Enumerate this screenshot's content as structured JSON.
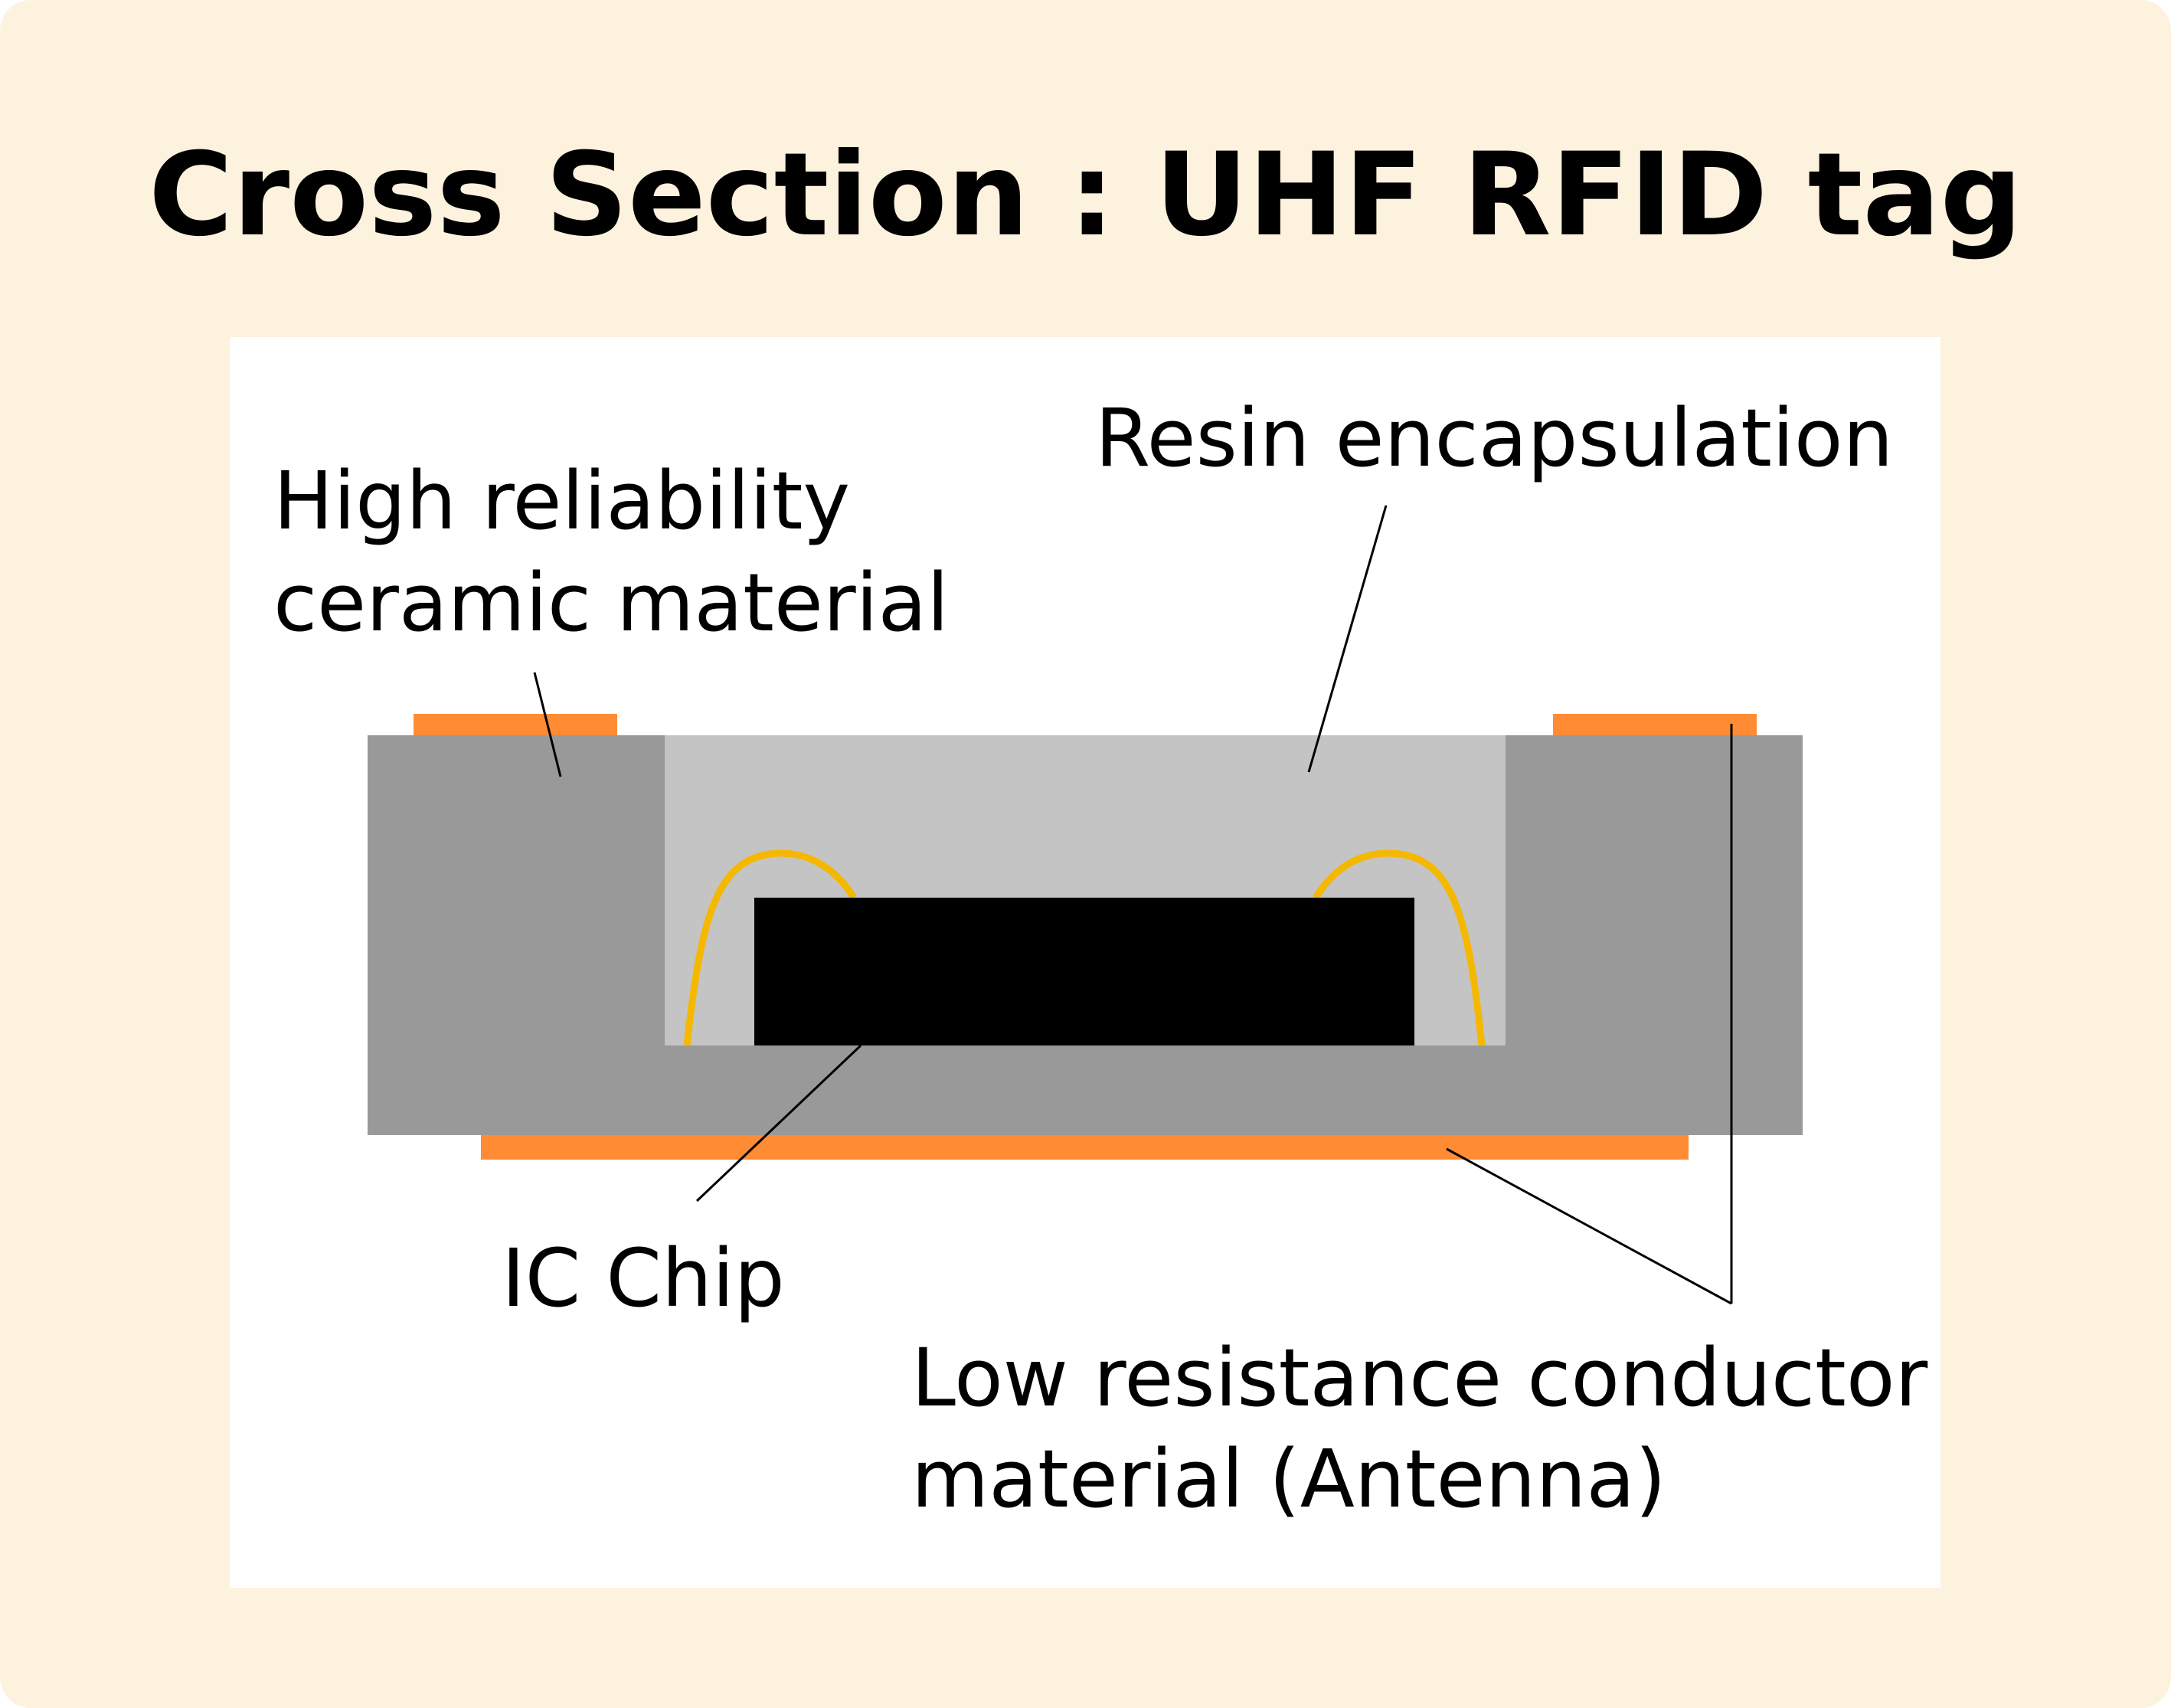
{
  "title": "Cross Section : UHF RFID tag",
  "labels": {
    "ceramic_line1": "High reliability",
    "ceramic_line2": "ceramic material",
    "resin": "Resin encapsulation",
    "ic_chip": "IC Chip",
    "conductor_line1": "Low resistance conductor",
    "conductor_line2": "material (Antenna)"
  },
  "colors": {
    "background": "#fdf2dd",
    "panel": "#ffffff",
    "ceramic": "#999999",
    "resin": "#c4c4c4",
    "chip": "#000000",
    "bond_wire": "#f5b800",
    "antenna": "#ff8c35"
  }
}
